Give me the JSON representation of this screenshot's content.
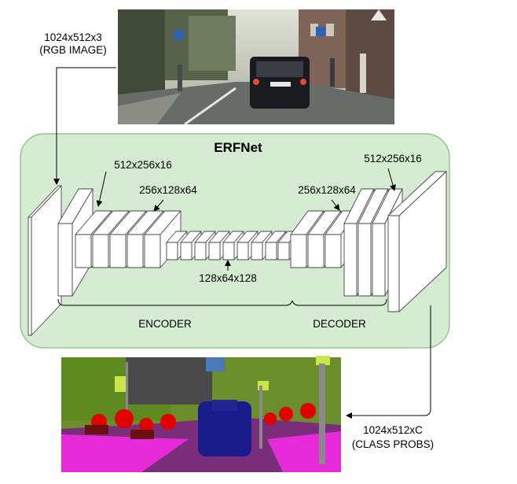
{
  "diagram": {
    "title": "ERFNet",
    "input_label_line1": "1024x512x3",
    "input_label_line2": "(RGB IMAGE)",
    "output_label_line1": "1024x512xC",
    "output_label_line2": "(CLASS PROBS)",
    "enc_label_1": "512x256x16",
    "enc_label_2": "256x128x64",
    "mid_label": "128x64x128",
    "dec_label_1": "256x128x64",
    "dec_label_2": "512x256x16",
    "encoder_label": "ENCODER",
    "decoder_label": "DECODER"
  },
  "colors": {
    "network_fill": "#d5ecd3",
    "network_stroke": "#86bb7c",
    "block_fill": "#ffffff",
    "block_stroke": "#444444"
  }
}
